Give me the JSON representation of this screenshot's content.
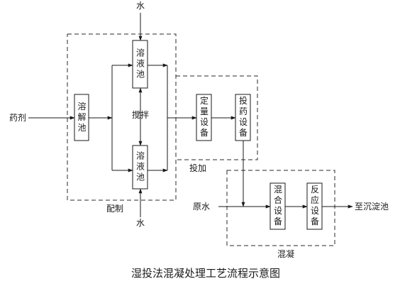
{
  "caption": "湿投法混凝处理工艺流程示意图",
  "inputs": {
    "water_top": "水",
    "water_bottom": "水",
    "reagent": "药剂",
    "raw_water": "原水"
  },
  "boxes": {
    "dissolving_tank": "溶解池",
    "solution_tank_top": "溶液池",
    "solution_tank_bottom": "溶液池",
    "metering_device": "定量设备",
    "dosing_device": "投药设备",
    "mixing_device": "混合设备",
    "reaction_device": "反应设备"
  },
  "labels": {
    "stirring": "搅拌",
    "output": "至沉淀池"
  },
  "zones": {
    "preparation": "配制",
    "dosing": "投加",
    "coagulation": "混凝"
  },
  "colors": {
    "line": "#1a1a1a",
    "background": "#ffffff"
  }
}
